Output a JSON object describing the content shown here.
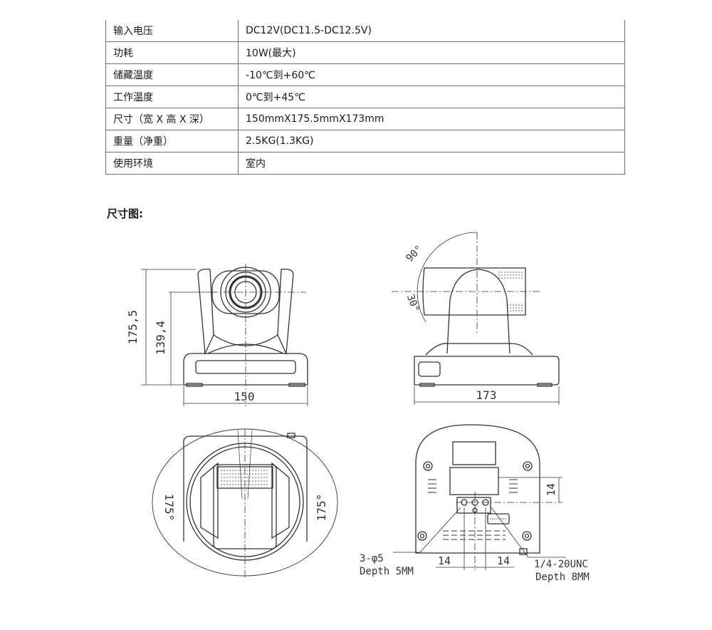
{
  "specs": {
    "rows": [
      {
        "label": "输入电压",
        "value": "DC12V(DC11.5-DC12.5V)"
      },
      {
        "label": "功耗",
        "value": "10W(最大)"
      },
      {
        "label": "储藏温度",
        "value": "-10℃到+60℃"
      },
      {
        "label": "工作温度",
        "value": "0℃到+45℃"
      },
      {
        "label": "尺寸（宽 X 高 X 深）",
        "value": "150mmX175.5mmX173mm"
      },
      {
        "label": "重量（净重）",
        "value": "2.5KG(1.3KG)"
      },
      {
        "label": "使用环境",
        "value": "室内"
      }
    ]
  },
  "section": {
    "title": "尺寸图:"
  },
  "drawing": {
    "front": {
      "height_total": "175,5",
      "height_axis": "139,4",
      "width": "150"
    },
    "side": {
      "tilt_up": "90°",
      "tilt_down": "30°",
      "depth": "173"
    },
    "top": {
      "pan_left": "175°",
      "pan_right": "175°"
    },
    "bottom": {
      "offset_right": "14",
      "offset_left_bottom": "14",
      "offset_right_bottom": "14",
      "holes_label": "3-φ5",
      "holes_depth": "Depth 5MM",
      "thread_label": "1/4-20UNC",
      "thread_depth": "Depth 8MM"
    }
  }
}
